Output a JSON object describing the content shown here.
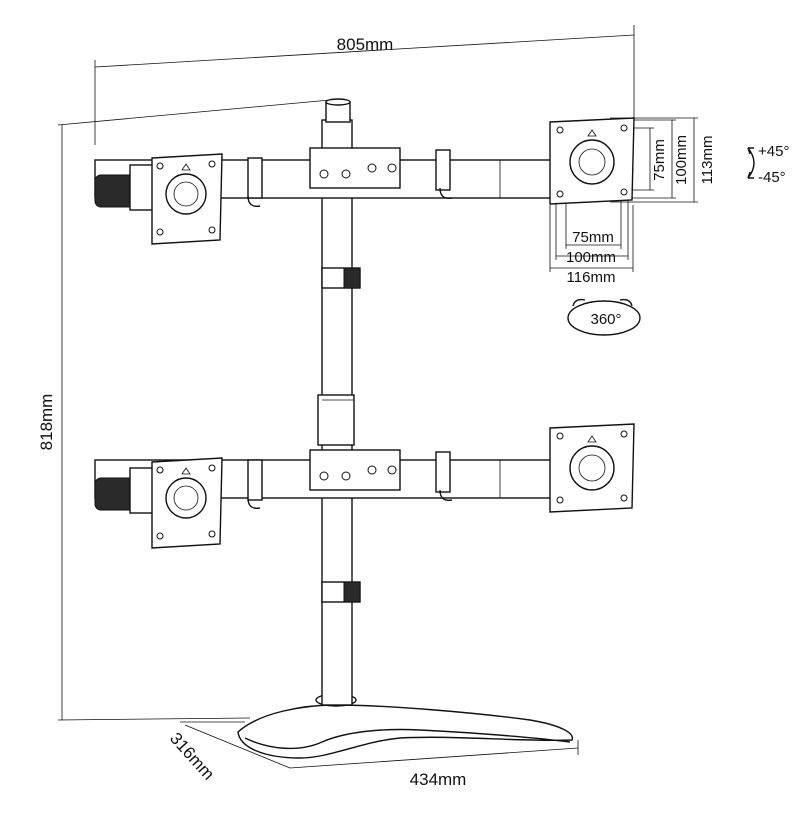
{
  "dimensions": {
    "overall_width": "805mm",
    "overall_height": "818mm",
    "base_depth": "316mm",
    "base_width": "434mm",
    "vesa_height_75": "75mm",
    "vesa_height_100": "100mm",
    "vesa_height_113": "113mm",
    "vesa_width_75": "75mm",
    "vesa_width_100": "100mm",
    "vesa_width_116": "116mm"
  },
  "tilt": {
    "up": "+45°",
    "down": "-45°"
  },
  "rotation": {
    "label": "360°"
  }
}
